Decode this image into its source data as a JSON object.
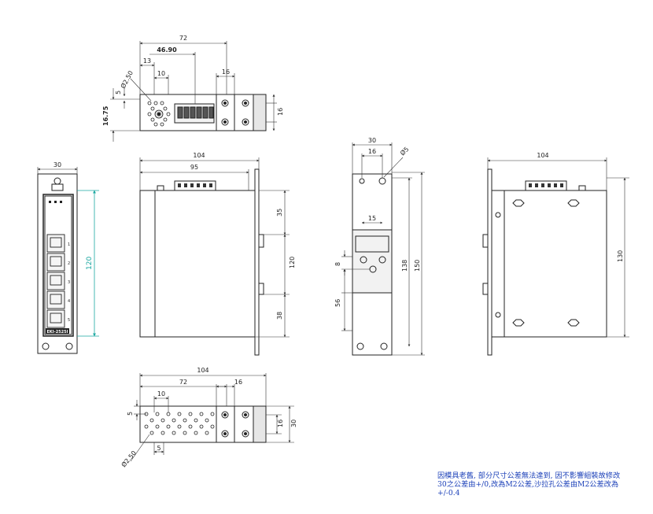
{
  "top_view": {
    "dims": {
      "width": "72",
      "offset_a": "46.90",
      "offset_b": "13",
      "hole_pitch": "10",
      "hole_dia": "Ø2.50",
      "hole_row": "5",
      "depth": "16.75",
      "flange_w": "16",
      "flange_h": "16"
    }
  },
  "front_view": {
    "dims": {
      "width": "30",
      "height": "120"
    },
    "label": "EKI-2525I",
    "port_numbers": [
      "1",
      "2",
      "3",
      "4",
      "5"
    ]
  },
  "side_view": {
    "dims": {
      "overall": "104",
      "body": "95",
      "top_gap": "35",
      "mid": "120",
      "bottom": "38"
    }
  },
  "rear_view": {
    "dims": {
      "width": "30",
      "inner": "16",
      "hole_dia": "Ø5",
      "slot": "15",
      "small": "8",
      "low": "56",
      "h138": "138",
      "h150": "150"
    }
  },
  "right_view": {
    "dims": {
      "overall": "104",
      "height": "130"
    }
  },
  "bottom_view": {
    "dims": {
      "overall": "104",
      "width": "72",
      "flange_w": "16",
      "hole_pitch": "10",
      "row": "5",
      "hole_dia": "Ø2.50",
      "row2": "5",
      "h16": "16",
      "h30": "30"
    }
  },
  "note": {
    "line1": "因模具老舊, 部分尺寸公差無法達到, 因不影響組裝故修改",
    "line2": "30之公差由+/0,改為M2公差,沙拉孔公差由M2公差改為",
    "line3": "+/-0.4"
  }
}
